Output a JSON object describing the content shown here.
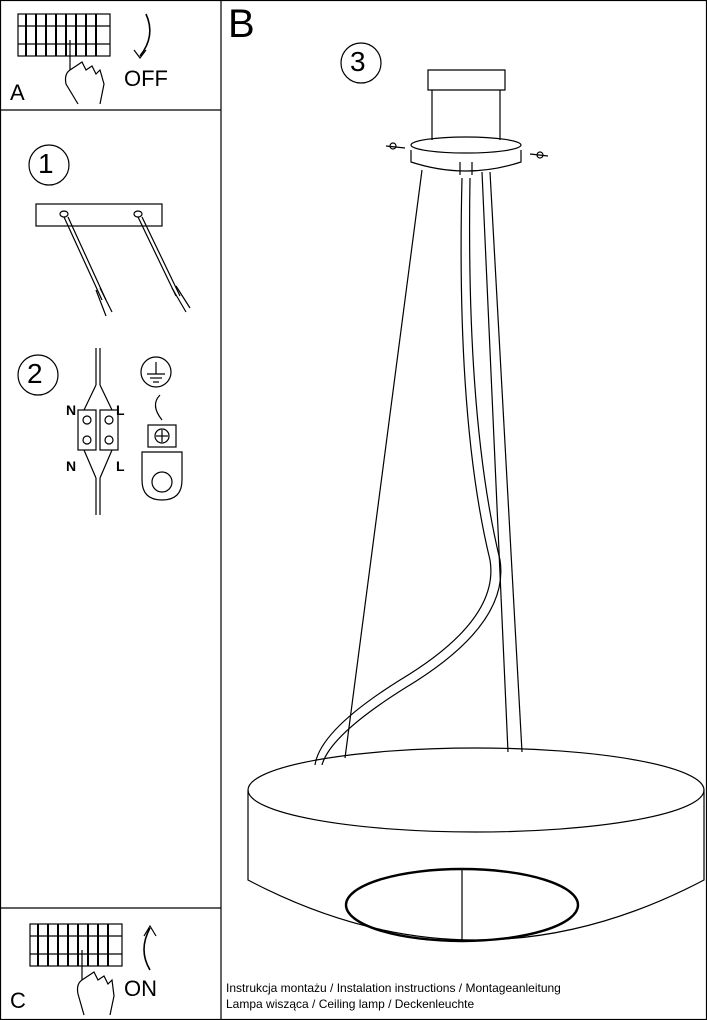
{
  "panels": {
    "a": {
      "letter": "A",
      "action": "OFF"
    },
    "b": {
      "letter": "B"
    },
    "c": {
      "letter": "C",
      "action": "ON"
    }
  },
  "steps": [
    {
      "number": "1"
    },
    {
      "number": "2",
      "labels": [
        "N",
        "L",
        "N",
        "L"
      ]
    },
    {
      "number": "3"
    }
  ],
  "footer": {
    "line1": "Instrukcja montażu / Instalation instructions / Montageanleitung",
    "line2": "Lampa wisząca / Ceiling lamp / Deckenleuchte"
  }
}
